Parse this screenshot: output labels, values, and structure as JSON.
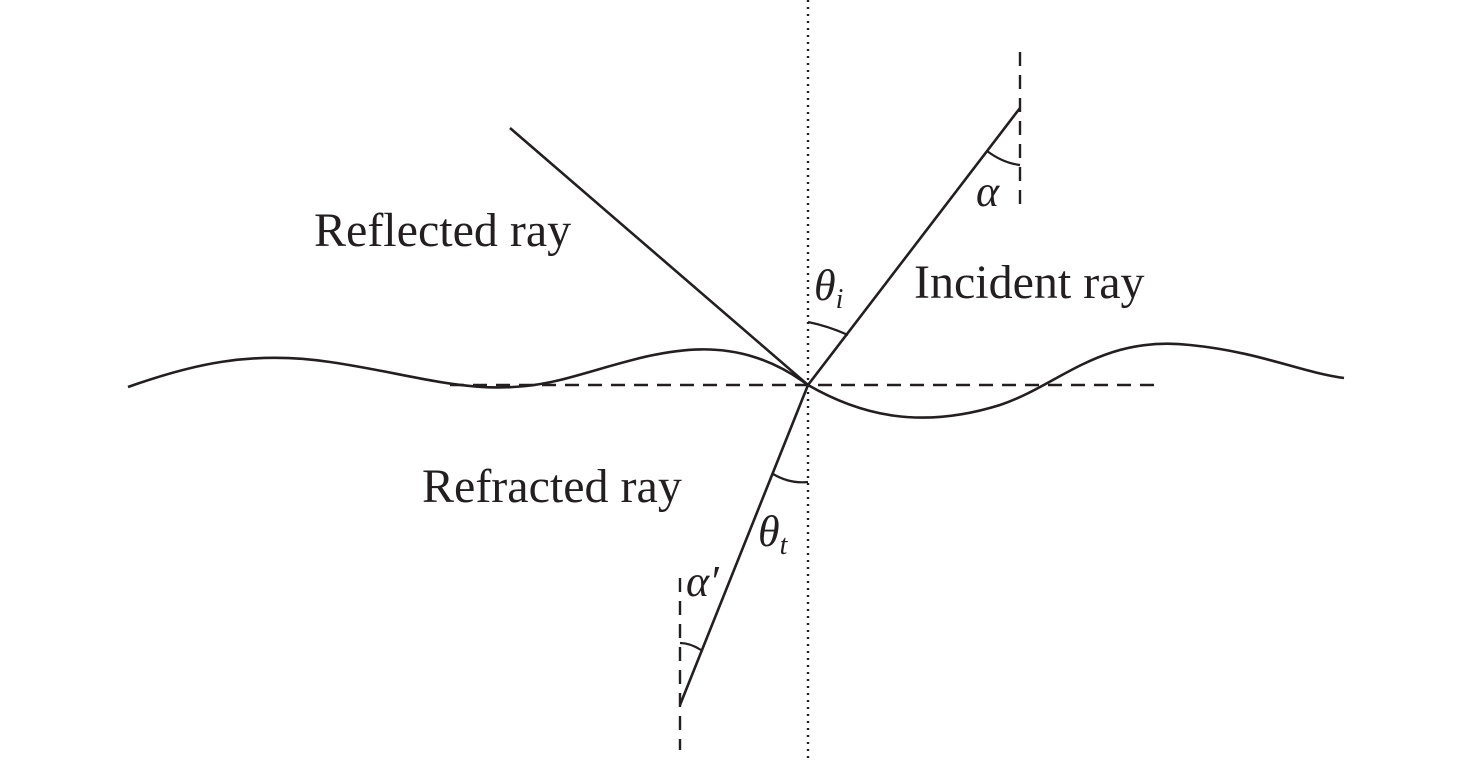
{
  "labels": {
    "reflected_ray": "Reflected ray",
    "incident_ray": "Incident ray",
    "refracted_ray": "Refracted ray",
    "theta_i": "θ",
    "theta_i_sub": "i",
    "theta_t": "θ",
    "theta_t_sub": "t",
    "alpha": "α",
    "alpha_prime": "α′"
  },
  "colors": {
    "ink": "#231f20",
    "background": "#ffffff"
  }
}
